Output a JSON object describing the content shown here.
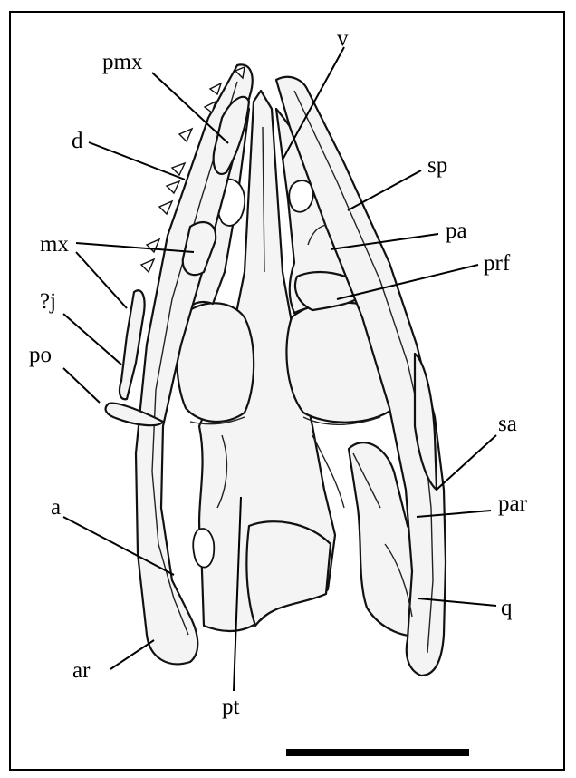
{
  "figure": {
    "labels": {
      "pmx": "pmx",
      "v": "v",
      "d": "d",
      "sp": "sp",
      "mx": "mx",
      "pa": "pa",
      "prf": "prf",
      "qj": "?j",
      "po": "po",
      "sa": "sa",
      "par": "par",
      "a": "a",
      "q": "q",
      "ar": "ar",
      "pt": "pt"
    },
    "colors": {
      "ink": "#000000",
      "bone_fill": "#f4f4f4",
      "background": "#ffffff"
    },
    "has_scale_bar": true
  }
}
